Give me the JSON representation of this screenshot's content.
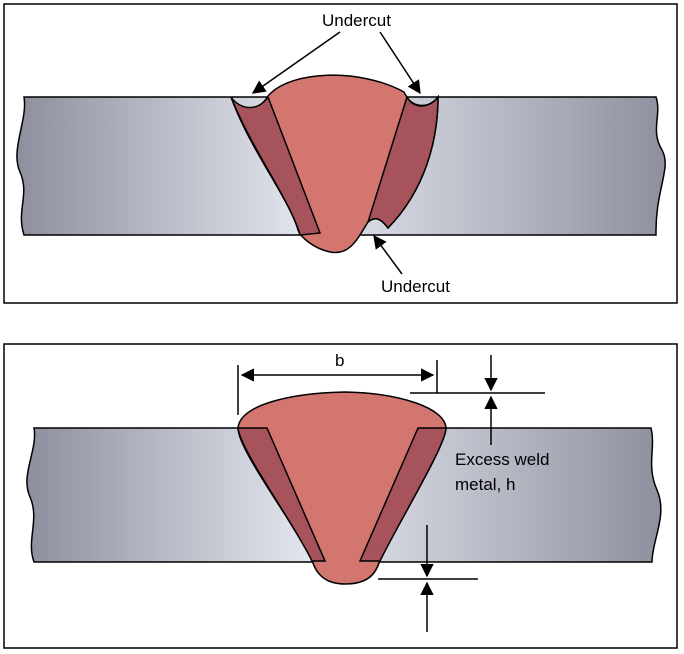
{
  "top_panel": {
    "undercut_top_label": "Undercut",
    "undercut_bottom_label": "Undercut"
  },
  "bottom_panel": {
    "width_label": "b",
    "excess_line1": "Excess weld",
    "excess_line2": "metal, h"
  },
  "colors": {
    "plate_dark": "#8f909f",
    "plate_light": "#e3e6ee",
    "weld": "#d2766f",
    "weld_side": "#a6535b",
    "outline": "#000000"
  }
}
